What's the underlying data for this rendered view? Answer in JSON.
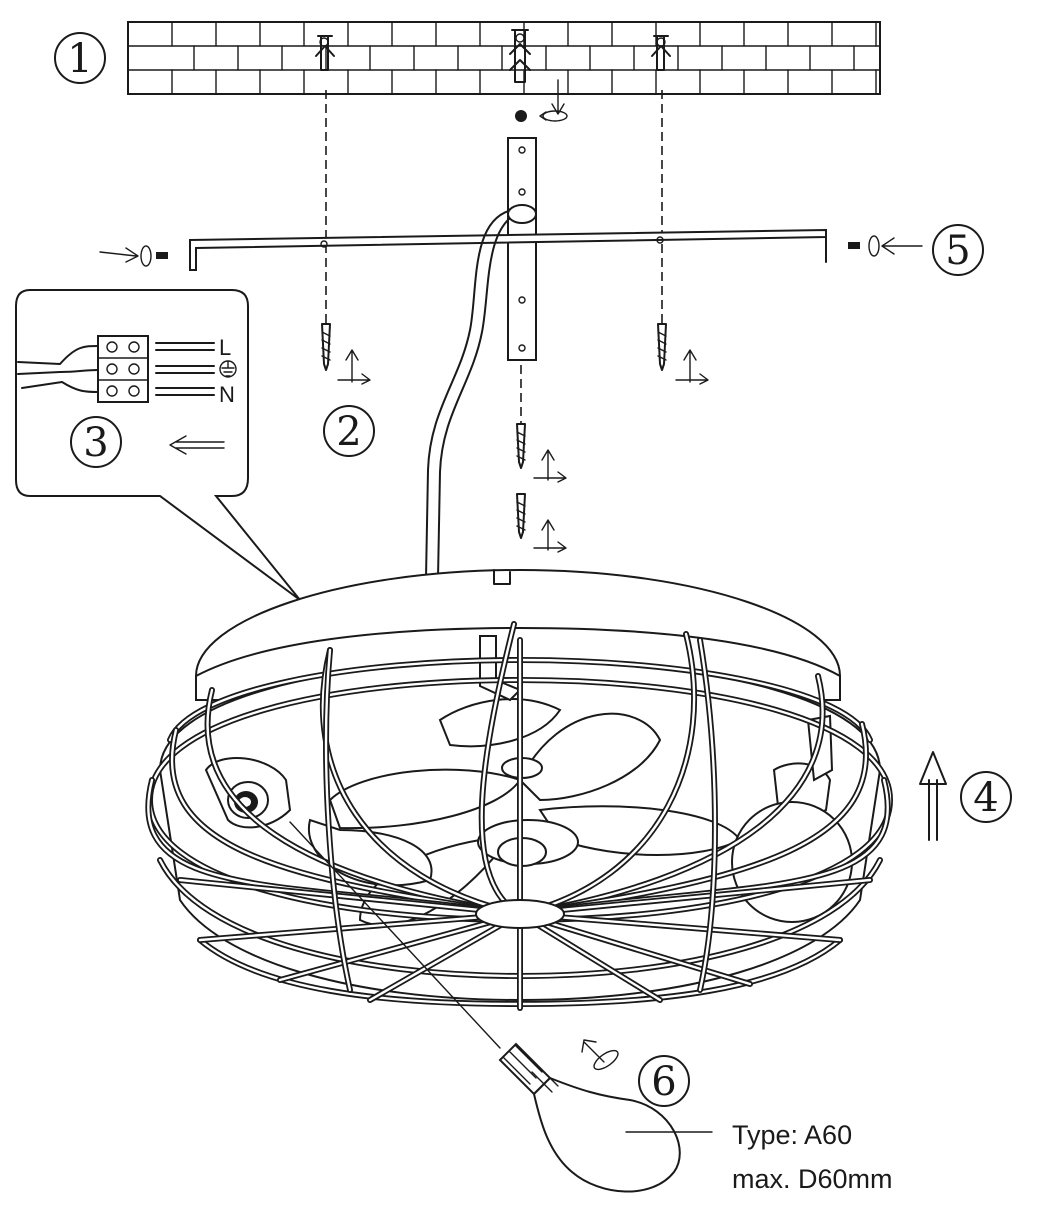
{
  "steps": [
    "1",
    "2",
    "3",
    "4",
    "5",
    "6"
  ],
  "wiring": {
    "labels": [
      "L",
      "N"
    ],
    "earth_symbol": "earth-ground-icon"
  },
  "bulb_spec": {
    "type_line": "Type: A60",
    "size_line": "max. D60mm"
  },
  "icons": [
    "rotate-arrow-icon",
    "direction-arrow-icon",
    "earth-ground-icon",
    "wall-anchor-icon",
    "screw-icon"
  ]
}
